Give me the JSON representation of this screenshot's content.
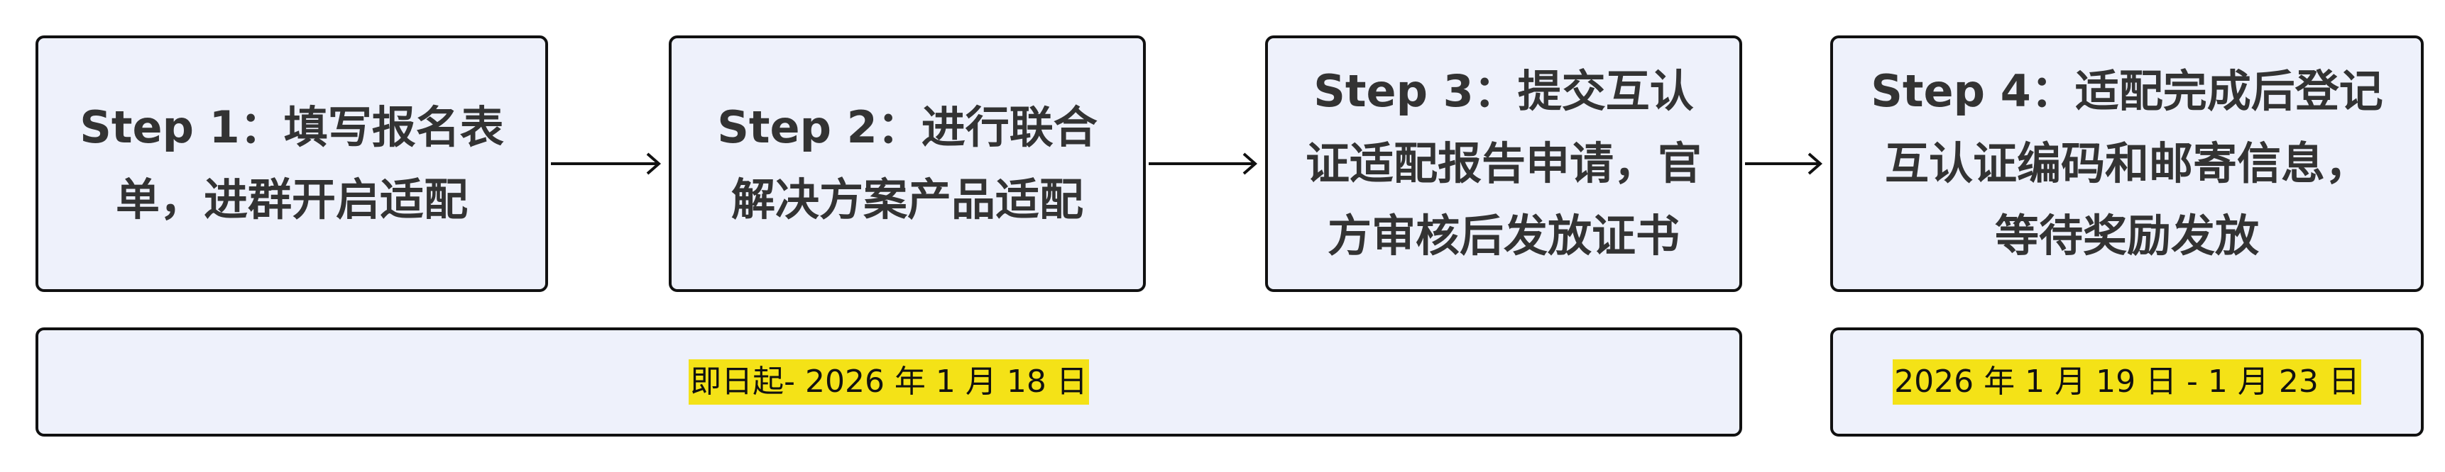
{
  "steps": [
    {
      "text": "Step 1：填写报名表\n单，进群开启适配"
    },
    {
      "text": "Step 2：进行联合\n解决方案产品适配"
    },
    {
      "text": "Step 3：提交互认\n证适配报告申请，官\n方审核后发放证书"
    },
    {
      "text": "Step 4：适配完成后登记\n互认证编码和邮寄信息，\n等待奖励发放"
    }
  ],
  "timeline": [
    {
      "label": "即日起- 2026 年 1 月 18 日"
    },
    {
      "label": "2026 年 1 月 19 日 - 1 月 23 日"
    }
  ],
  "colors": {
    "box_fill": "#eef1fb",
    "border": "#111111",
    "highlight": "#f4e217",
    "step_text": "#333333"
  }
}
